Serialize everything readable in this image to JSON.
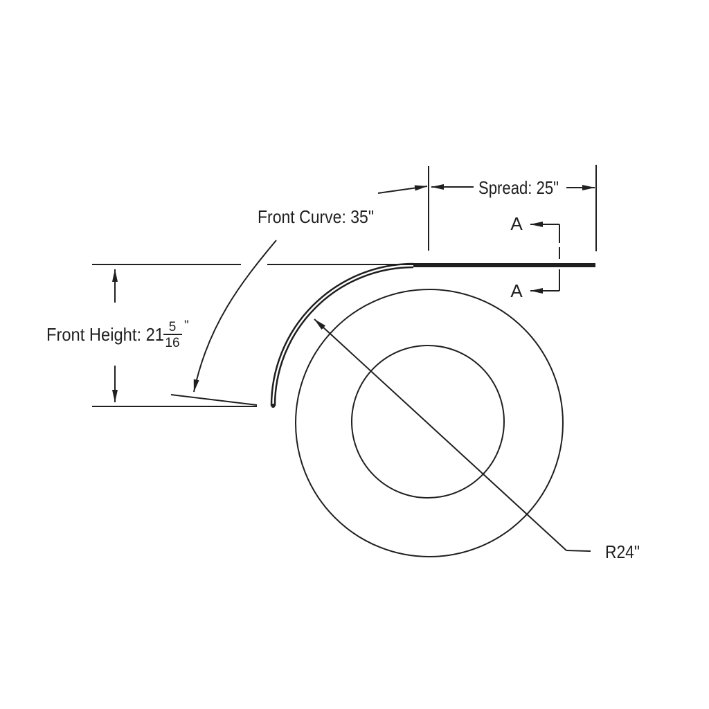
{
  "page": {
    "description": "Fender dimension drawing with wheel reference circles and section cut A-A"
  },
  "colors": {
    "ink": "#1f1f1f",
    "background": "#ffffff"
  },
  "labels": {
    "front_curve": "Front Curve: 35\"",
    "spread": "Spread: 25\"",
    "front_height_prefix": "Front Height: 21",
    "front_height_numerator": "5",
    "front_height_denominator": "16",
    "front_height_unit": "\"",
    "radius": "R24\"",
    "section": "A"
  }
}
